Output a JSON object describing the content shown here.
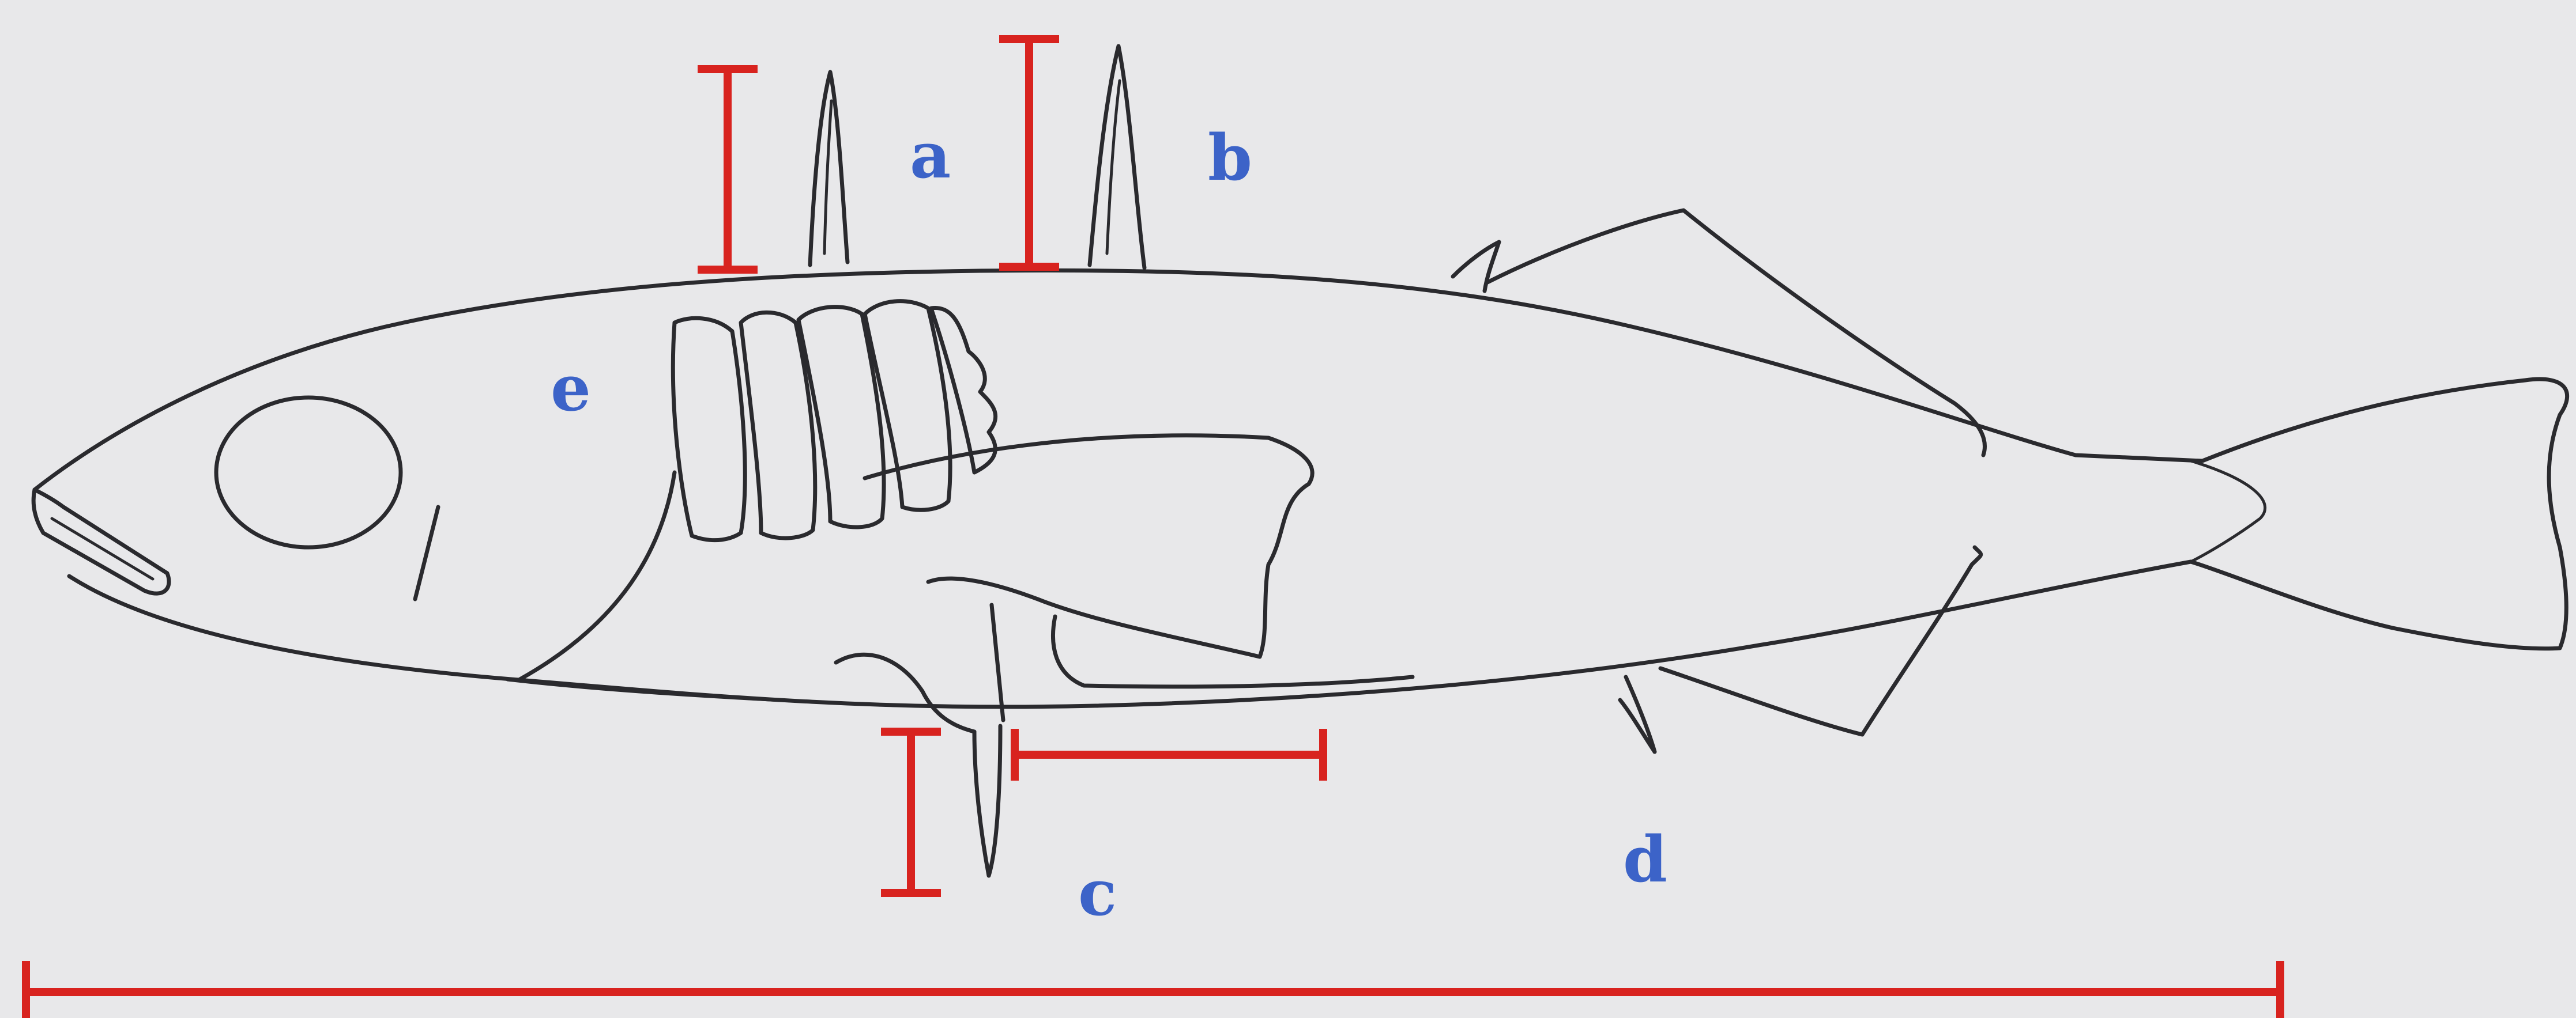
{
  "labels": {
    "a": "a",
    "b": "b",
    "c": "c",
    "d": "d",
    "e": "e"
  },
  "colors": {
    "background": "#e8e8ea",
    "outline": "#2a2a2e",
    "measurement_bars": "#d8231f",
    "labels": "#3c63c8"
  }
}
